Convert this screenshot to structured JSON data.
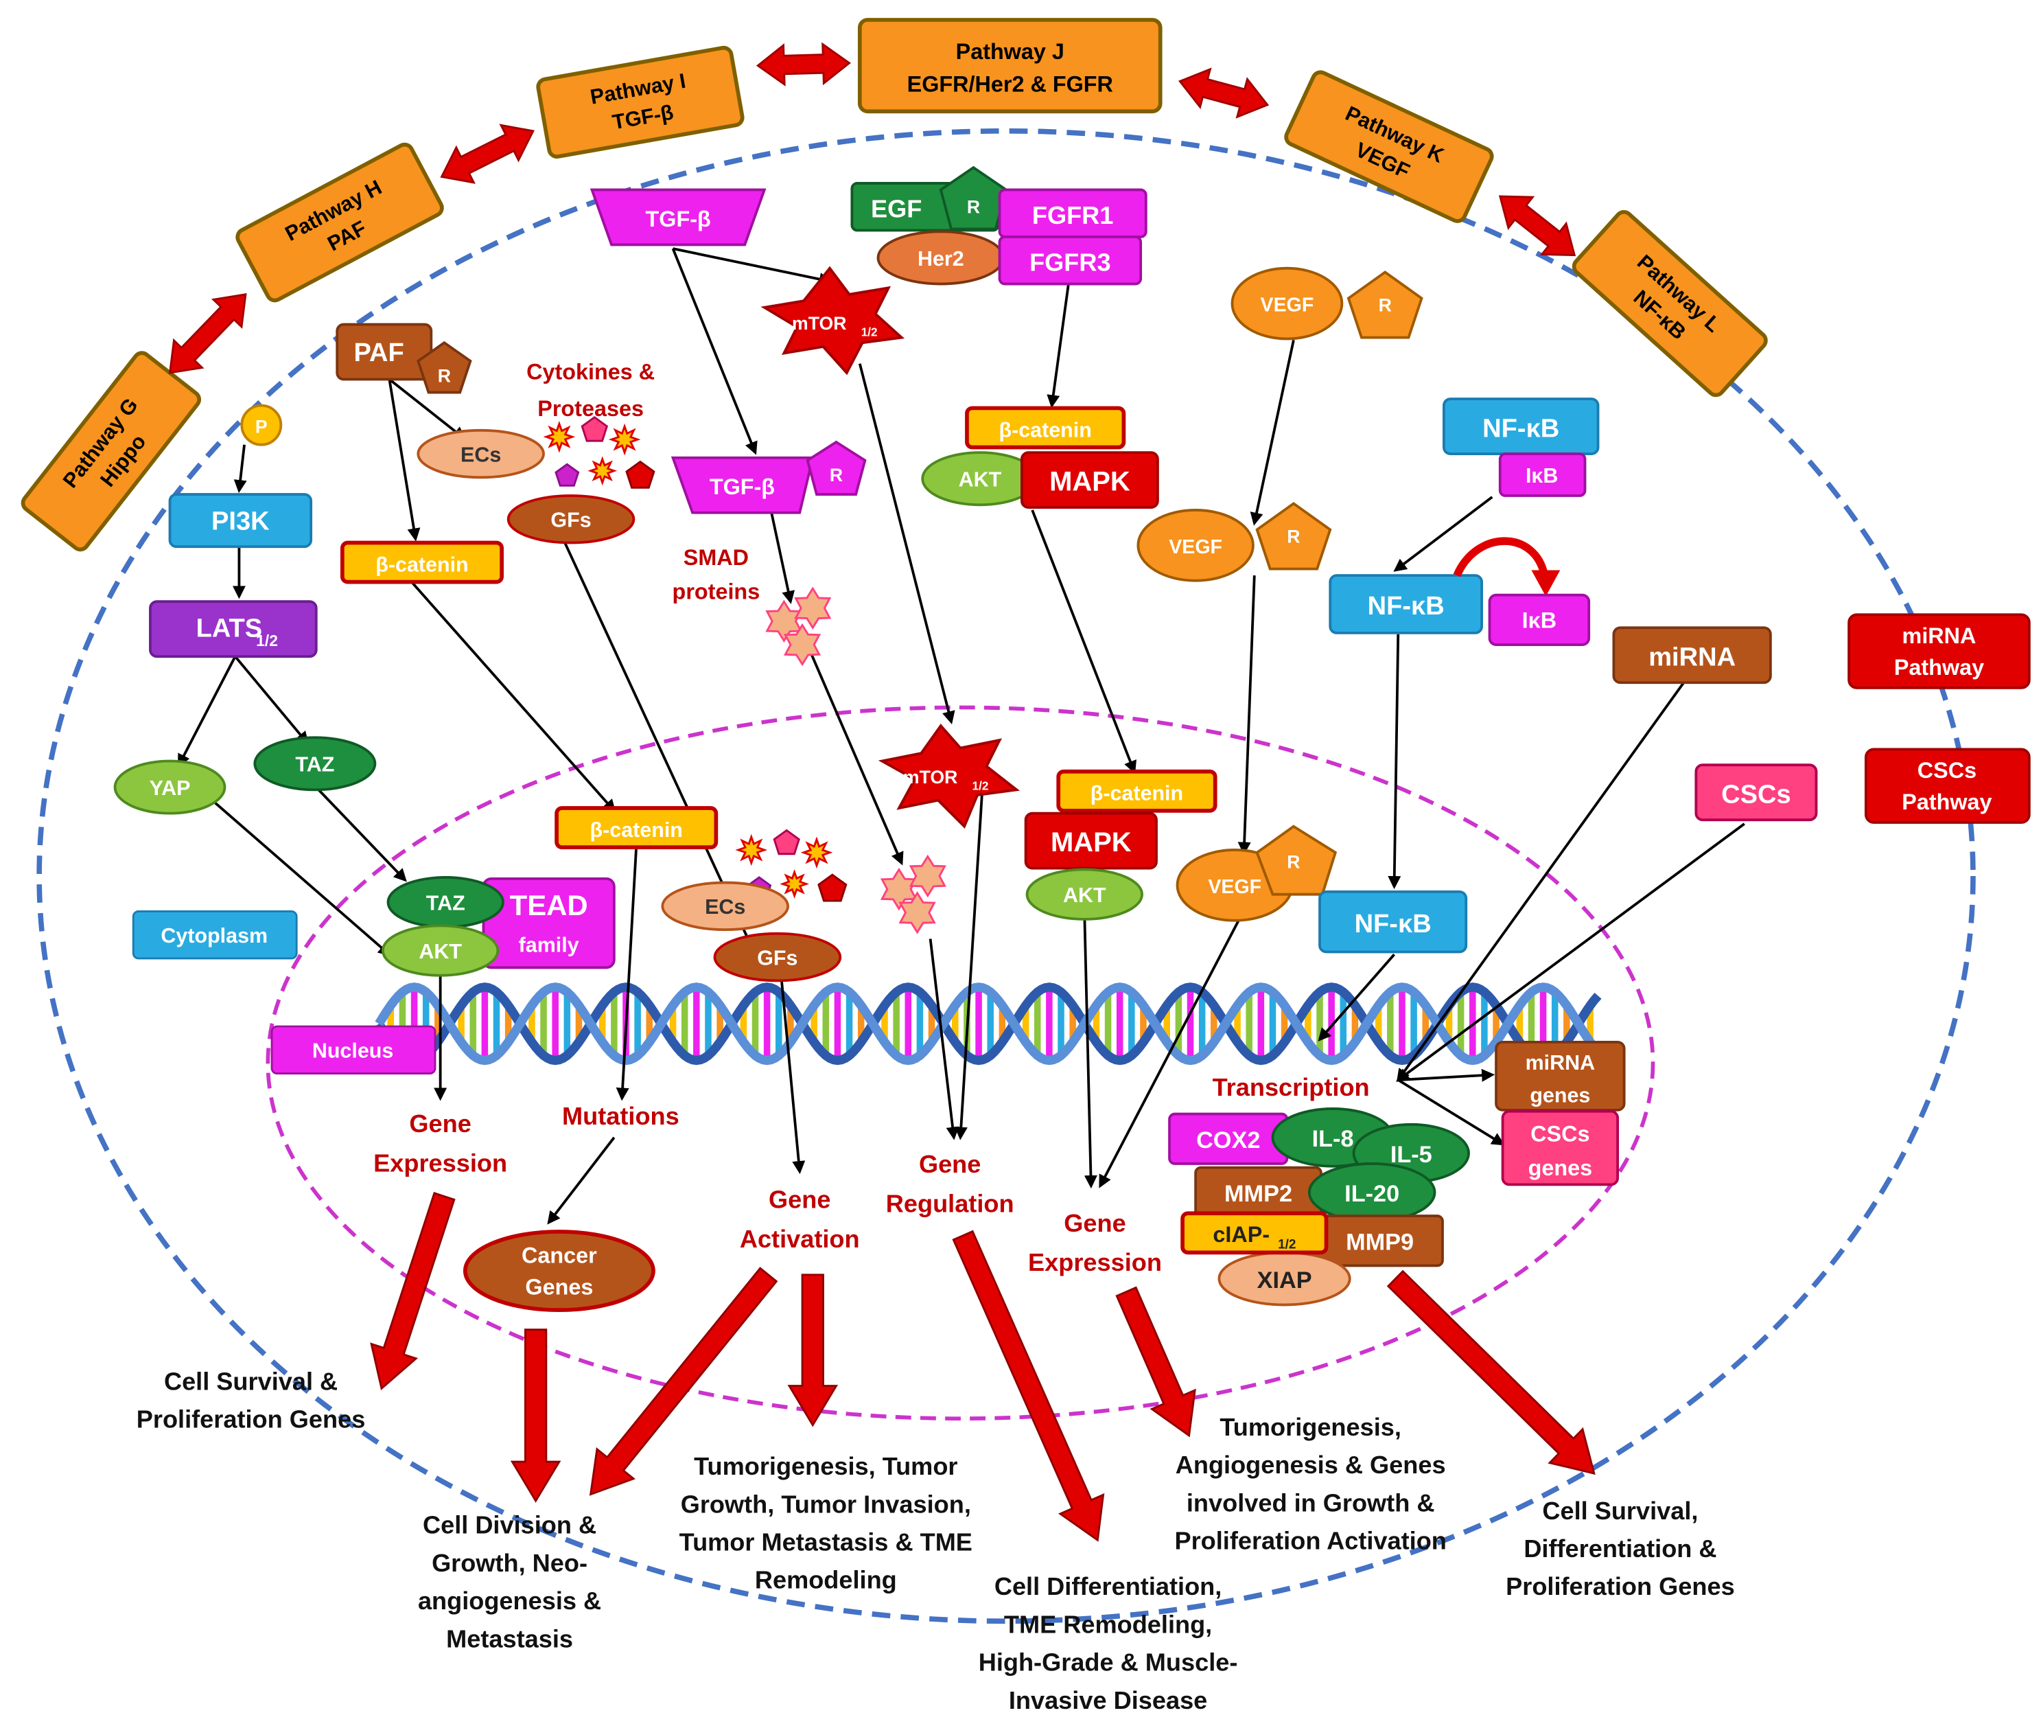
{
  "colors": {
    "pathway_box": "#F7931E",
    "pathway_border": "#7F6000",
    "double_arrow": "#E00000",
    "cell_membrane": "#4472C4",
    "nucleus_membrane": "#CC33CC",
    "magenta": "#EE22EE",
    "brown": "#B5541A",
    "orange": "#F7931E",
    "red": "#E00000",
    "green": "#1E8F3E",
    "light_green": "#8CC63F",
    "blue": "#29ABE2",
    "purple": "#9933CC",
    "yellow": "#FFC000",
    "salmon": "#F4B183",
    "pink": "#FF4081",
    "dark_red_text": "#C00000"
  },
  "pathways": {
    "g": {
      "line1": "Pathway G",
      "line2": "Hippo"
    },
    "h": {
      "line1": "Pathway H",
      "line2": "PAF"
    },
    "i": {
      "line1": "Pathway I",
      "line2": "TGF-β"
    },
    "j": {
      "line1": "Pathway J",
      "line2": "EGFR/Her2 & FGFR"
    },
    "k": {
      "line1": "Pathway K",
      "line2": "VEGF"
    },
    "l": {
      "line1": "Pathway L",
      "line2": "NF-κB"
    }
  },
  "side": {
    "mirna_line1": "miRNA",
    "mirna_line2": "Pathway",
    "cscs_line1": "CSCs",
    "cscs_line2": "Pathway"
  },
  "labels": {
    "cytoplasm": "Cytoplasm",
    "nucleus": "Nucleus",
    "transcription": "Transcription"
  },
  "hippo": {
    "p": "P",
    "pi3k": "PI3K",
    "lats": "LATS",
    "lats_sub": "1/2",
    "yap": "YAP",
    "taz": "TAZ",
    "taz_n": "TAZ",
    "akt_n": "AKT",
    "tead1": "TEAD",
    "tead2": "family"
  },
  "paf": {
    "paf": "PAF",
    "r": "R",
    "ecs": "ECs",
    "gfs": "GFs",
    "cyto1": "Cytokines &",
    "cyto2": "Proteases",
    "bcat1": "β-catenin",
    "bcat2": "β-catenin",
    "ecs_n": "ECs",
    "gfs_n": "GFs",
    "cancer1": "Cancer",
    "cancer2": "Genes"
  },
  "tgf": {
    "tgf1": "TGF-β",
    "tgf2": "TGF-β",
    "r": "R",
    "mtor": "mTOR",
    "mtor_sub": "1/2",
    "mtor_n": "mTOR",
    "mtor_n_sub": "1/2",
    "smad1": "SMAD",
    "smad2": "proteins"
  },
  "egfr": {
    "egf": "EGF",
    "r": "R",
    "her2": "Her2",
    "fgfr1": "FGFR1",
    "fgfr3": "FGFR3",
    "bcat": "β-catenin",
    "akt": "AKT",
    "mapk": "MAPK",
    "bcat_n": "β-catenin",
    "mapk_n": "MAPK",
    "akt_n": "AKT"
  },
  "vegf": {
    "v1": "VEGF",
    "v2": "VEGF",
    "v3": "VEGF",
    "r": "R"
  },
  "nfkb": {
    "n1": "NF-κB",
    "ikb1": "IκB",
    "n2": "NF-κB",
    "ikb2": "IκB",
    "n3": "NF-κB"
  },
  "mirna": {
    "mirna": "miRNA",
    "genes1": "miRNA",
    "genes2": "genes"
  },
  "cscs": {
    "cscs": "CSCs",
    "genes1": "CSCs",
    "genes2": "genes"
  },
  "cluster": {
    "cox2": "COX2",
    "il8": "IL-8",
    "il5": "IL-5",
    "mmp2": "MMP2",
    "il20": "IL-20",
    "ciap": "cIAP-",
    "ciap_sub": "1/2",
    "mmp9": "MMP9",
    "xiap": "XIAP"
  },
  "gene_labels": {
    "ge1_1": "Gene",
    "ge1_2": "Expression",
    "mut": "Mutations",
    "ga1": "Gene",
    "ga2": "Activation",
    "gr1": "Gene",
    "gr2": "Regulation",
    "ge2_1": "Gene",
    "ge2_2": "Expression"
  },
  "outcomes": {
    "o1": [
      "Cell Survival &",
      "Proliferation Genes"
    ],
    "o2": [
      "Cell Division &",
      "Growth, Neo-",
      "angiogenesis &",
      "Metastasis"
    ],
    "o3": [
      "Tumorigenesis, Tumor",
      "Growth, Tumor Invasion,",
      "Tumor Metastasis & TME",
      "Remodeling"
    ],
    "o4": [
      "Cell Differentiation,",
      "TME Remodeling,",
      "High-Grade & Muscle-",
      "Invasive Disease"
    ],
    "o5": [
      "Tumorigenesis,",
      "Angiogenesis & Genes",
      "involved in Growth &",
      "Proliferation Activation"
    ],
    "o6": [
      "Cell Survival,",
      "Differentiation &",
      "Proliferation Genes"
    ]
  }
}
